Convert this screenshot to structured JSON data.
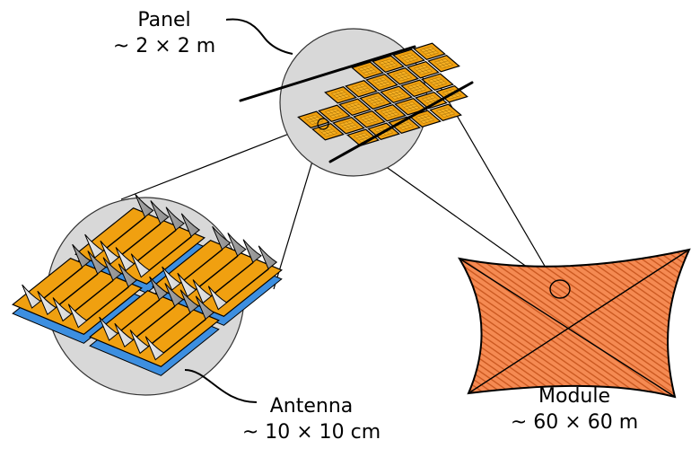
{
  "labels": {
    "panel": {
      "name": "Panel",
      "size": "~ 2 × 2 m"
    },
    "antenna": {
      "name": "Antenna",
      "size": "~ 10 × 10 cm"
    },
    "module": {
      "name": "Module",
      "size": "~ 60 × 60 m"
    }
  },
  "colors": {
    "cell_orange": "#f0a010",
    "cell_inner": "#f6b022",
    "module_orange": "#f58a52",
    "module_hatch": "#cc5a22",
    "magnifier_gray": "#d8d8d8",
    "reflector_gray": "#a6a6a6",
    "antenna_base_blue": "#3d8fe0",
    "outline": "#000000"
  }
}
